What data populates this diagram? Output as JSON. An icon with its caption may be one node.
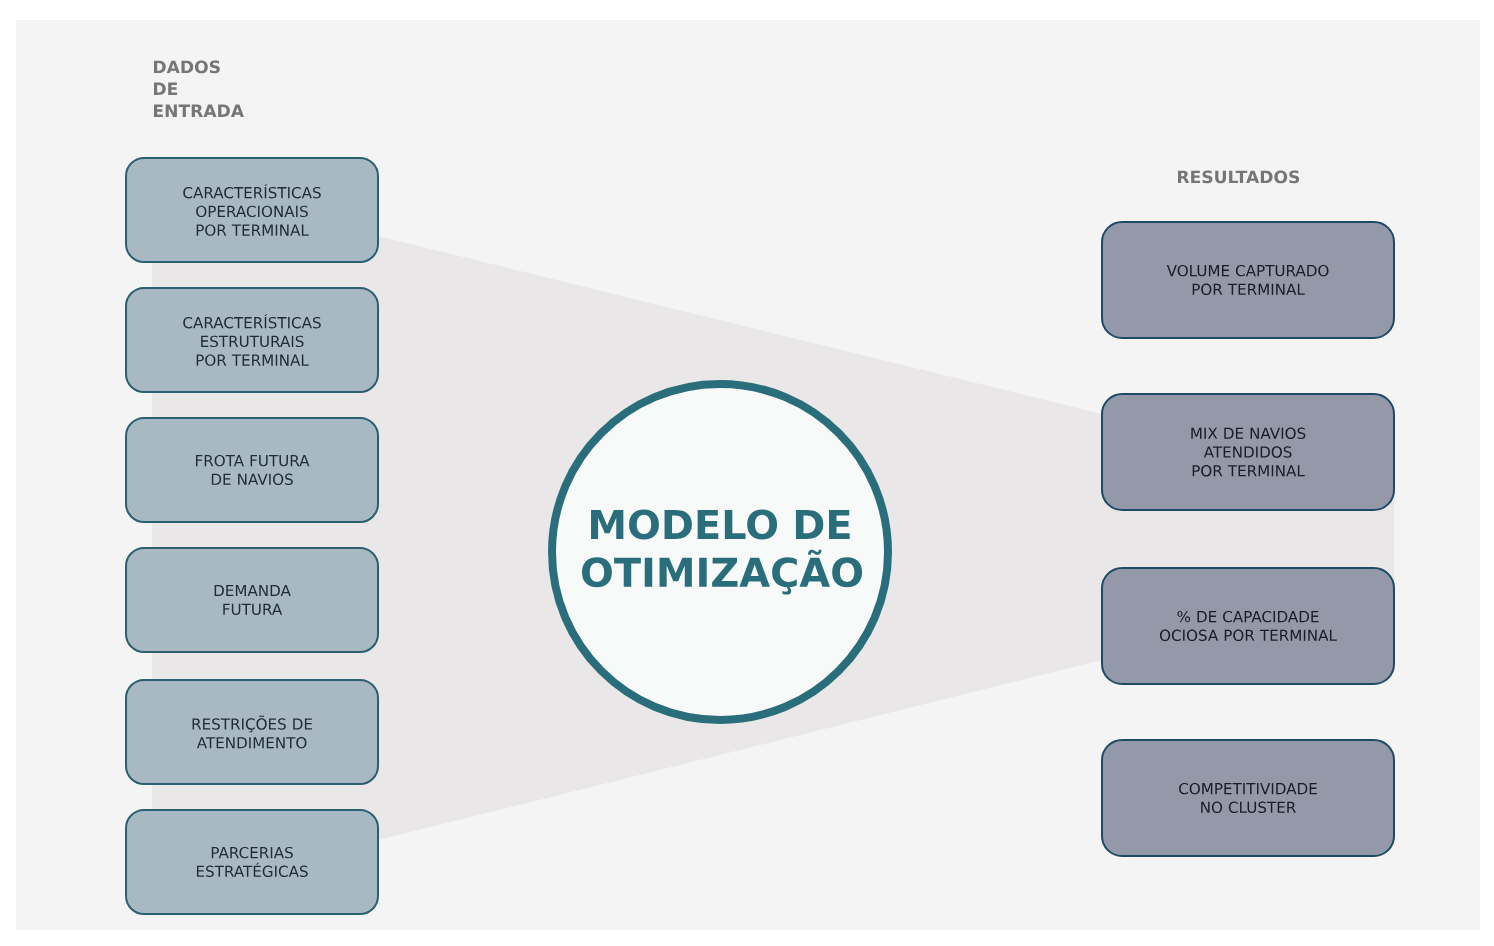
{
  "diagram": {
    "nodes": [
      {
        "text": [
          "CARACTERÍSTICAS OPERACIONAIS POR TERMINAL"
        ]
      },
      {
        "text": [
          "CARACTERÍSTICAS ESTRUTURAIS POR TERMINAL"
        ]
      },
      {
        "text": [
          "FROTA FUTURA DE NAVIOS"
        ]
      },
      {
        "text": [
          "DEMANDA FUTURA"
        ]
      },
      {
        "text": [
          "RESTRIÇÕES DE ATENDIMENTO"
        ]
      },
      {
        "text": [
          "PARCERIAS ESTRATÉGICAS"
        ]
      },
      {
        "text": [
          "MODELO DE OTIMIZAÇÃO"
        ]
      },
      {
        "text": [
          "VOLUME CAPTURADO POR TERMINAL"
        ]
      },
      {
        "text": [
          "MIX DE NAVIOS ATENDIDOS POR TERMINAL"
        ]
      },
      {
        "text": [
          "% DE CAPACIDADE OCIOSA POR TERMINAL"
        ]
      },
      {
        "text": [
          "COMPETITIVIDADE NO CLUSTER"
        ]
      }
    ],
    "labels": [
      "DADOS DE ENTRADA",
      "RESULTADOS"
    ]
  }
}
